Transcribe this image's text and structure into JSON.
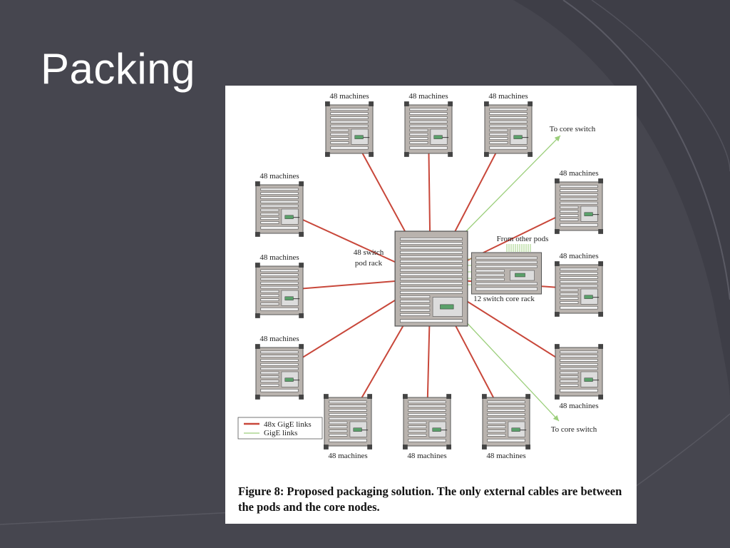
{
  "slide": {
    "title": "Packing"
  },
  "figure": {
    "rack_label": "48 machines",
    "pod_rack_label": [
      "48 switch",
      "pod rack"
    ],
    "core_rack_label": "12 switch core rack",
    "from_other_pods_label": "From other pods",
    "to_core_top_label": "To core switch",
    "to_core_bottom_label": "To core switch",
    "legend": {
      "links_48x": "48x GigE links",
      "gige": "GigE links",
      "link_48x_color": "#c8473a",
      "gige_color": "#9ccf7c"
    },
    "caption": "Figure 8: Proposed packaging solution. The only external cables are between the pods and the core nodes."
  }
}
